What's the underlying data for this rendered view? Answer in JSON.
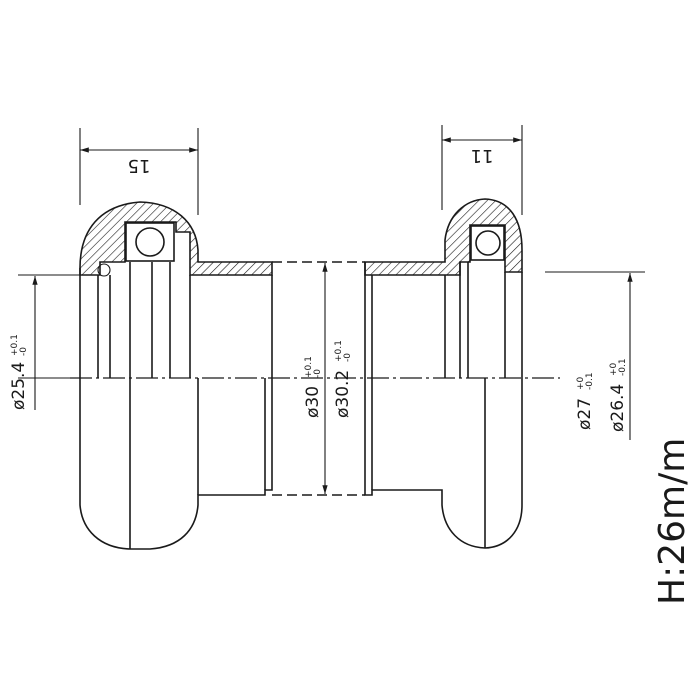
{
  "dimensions": {
    "left_cup_width": "15",
    "right_cup_width": "11",
    "left_outer_diameter": {
      "main": "ø25.4",
      "upper_tol": "+0.1",
      "lower_tol": "-0"
    },
    "tube_diameter_a": {
      "main": "ø30",
      "upper_tol": "+0.1",
      "lower_tol": "-0"
    },
    "tube_diameter_b": {
      "main": "ø30.2",
      "upper_tol": "+0.1",
      "lower_tol": "-0"
    },
    "right_diameter_a": {
      "main": "ø27",
      "upper_tol": "+0",
      "lower_tol": "-0.1"
    },
    "right_diameter_b": {
      "main": "ø26.4",
      "upper_tol": "+0",
      "lower_tol": "-0.1"
    },
    "stack_height": "H:26m/m"
  },
  "colors": {
    "line": "#1a1a1a",
    "background": "#ffffff"
  }
}
